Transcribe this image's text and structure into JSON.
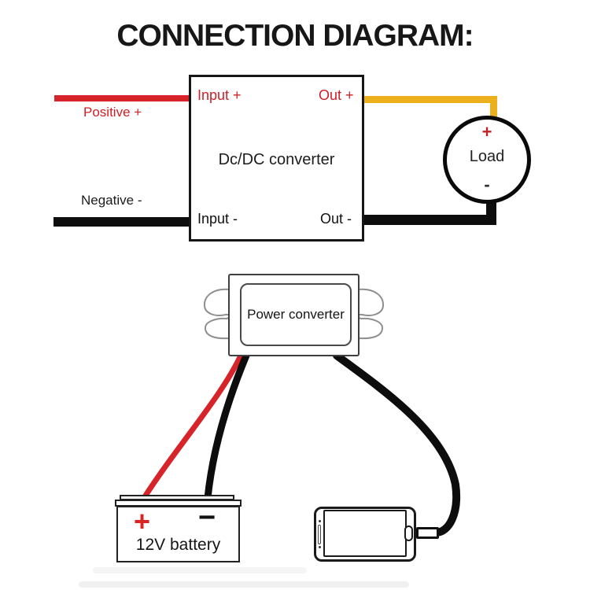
{
  "title": "CONNECTION DIAGRAM:",
  "colors": {
    "wire_red": "#d7232a",
    "wire_yellow": "#edb01d",
    "wire_black": "#0d0d0d",
    "label_red": "#cf2027"
  },
  "top": {
    "converter_label": "Dc/DC converter",
    "input_plus": "Input +",
    "out_plus": "Out +",
    "input_minus": "Input -",
    "out_minus": "Out -",
    "positive_label": "Positive +",
    "negative_label": "Negative -",
    "load": {
      "plus": "+",
      "label": "Load",
      "minus": "-"
    }
  },
  "bottom": {
    "power_converter_label": "Power converter",
    "battery": {
      "plus": "+",
      "minus": "−",
      "label": "12V battery"
    }
  }
}
